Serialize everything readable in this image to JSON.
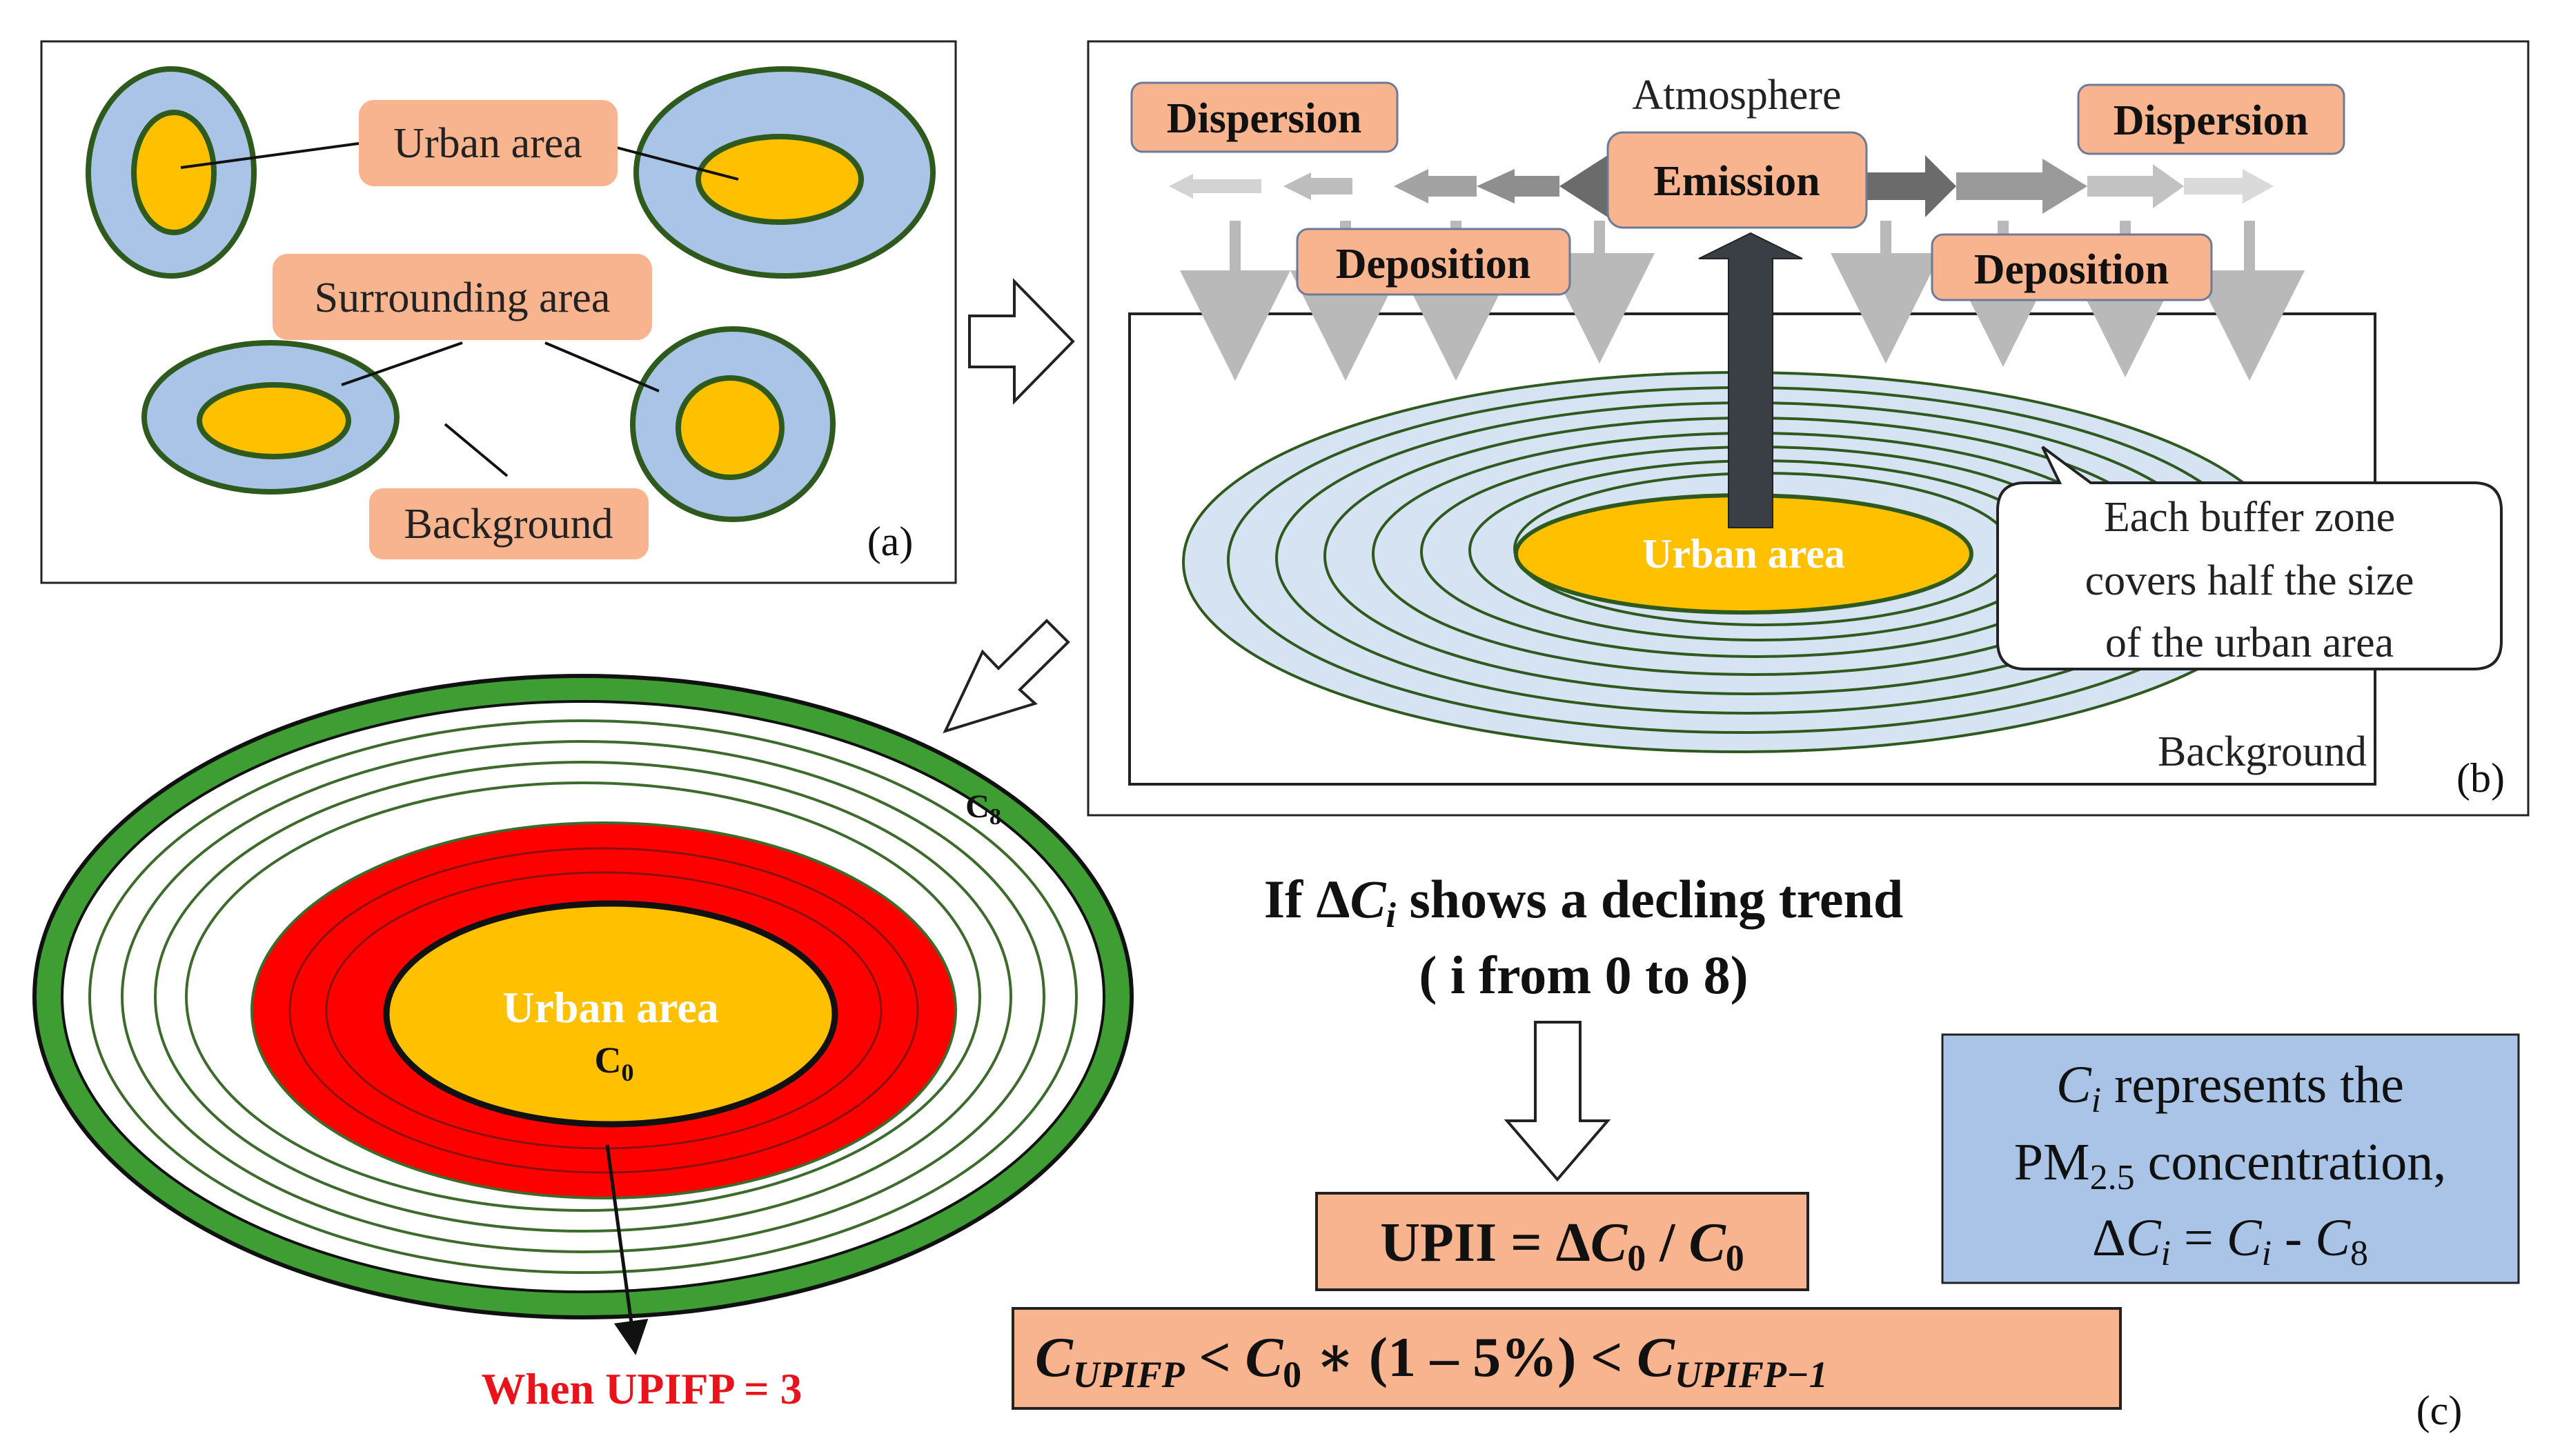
{
  "panel_a": {
    "tag": "(a)",
    "urban_label": "Urban area",
    "surrounding_label": "Surrounding area",
    "background_label": "Background"
  },
  "panel_b": {
    "tag": "(b)",
    "atmosphere": "Atmosphere",
    "emission": "Emission",
    "dispersion_left": "Dispersion",
    "dispersion_right": "Dispersion",
    "deposition_left": "Deposition",
    "deposition_right": "Deposition",
    "urban": "Urban area",
    "background": "Background",
    "callout": [
      "Each buffer zone",
      "covers half the size",
      "of the urban area"
    ]
  },
  "panel_c": {
    "tag": "(c)",
    "urban": "Urban area",
    "c0_base": "C",
    "c0_sub": "0",
    "c8_base": "C",
    "c8_sub": "8",
    "when": "When UPIFP = 3",
    "condition": {
      "pre": "If Δ",
      "var": "C",
      "sub": "i",
      "post": " shows a decling trend",
      "line2": "( i from 0 to 8)"
    },
    "upii": {
      "lhs": "UPII = Δ",
      "c": "C",
      "sub": "0",
      "slash": " / ",
      "c2": "C",
      "sub2": "0"
    },
    "ineq": {
      "c1": "C",
      "sub1": "UPIFP",
      "mid1": " < ",
      "c2": "C",
      "sub2": "0",
      "mid2": " ∗  (1 – 5%) <  ",
      "c3": "C",
      "sub3": "UPIFP−1"
    },
    "legend": {
      "l1_var": "C",
      "l1_sub": "i",
      "l1_rest": " represents the",
      "l2_pre": "PM",
      "l2_sub": "2.5",
      "l2_rest": " concentration,",
      "l3_pre": "Δ",
      "l3_c": "C",
      "l3_sub": "i",
      "l3_eq": " = ",
      "l3_c2": "C",
      "l3_sub2": "i",
      "l3_dash": " - ",
      "l3_c3": "C",
      "l3_sub3": "8"
    }
  },
  "colors": {
    "urban": "#FFC000",
    "buffer": "#A9C4E6",
    "outline": "#2E5A1E",
    "label_box": "#F8B48E",
    "red_zone": "#FF0000",
    "green_ring": "#3F9E33",
    "legend_box": "#A9C4E6",
    "arrow_dark": "#3A3F45"
  }
}
